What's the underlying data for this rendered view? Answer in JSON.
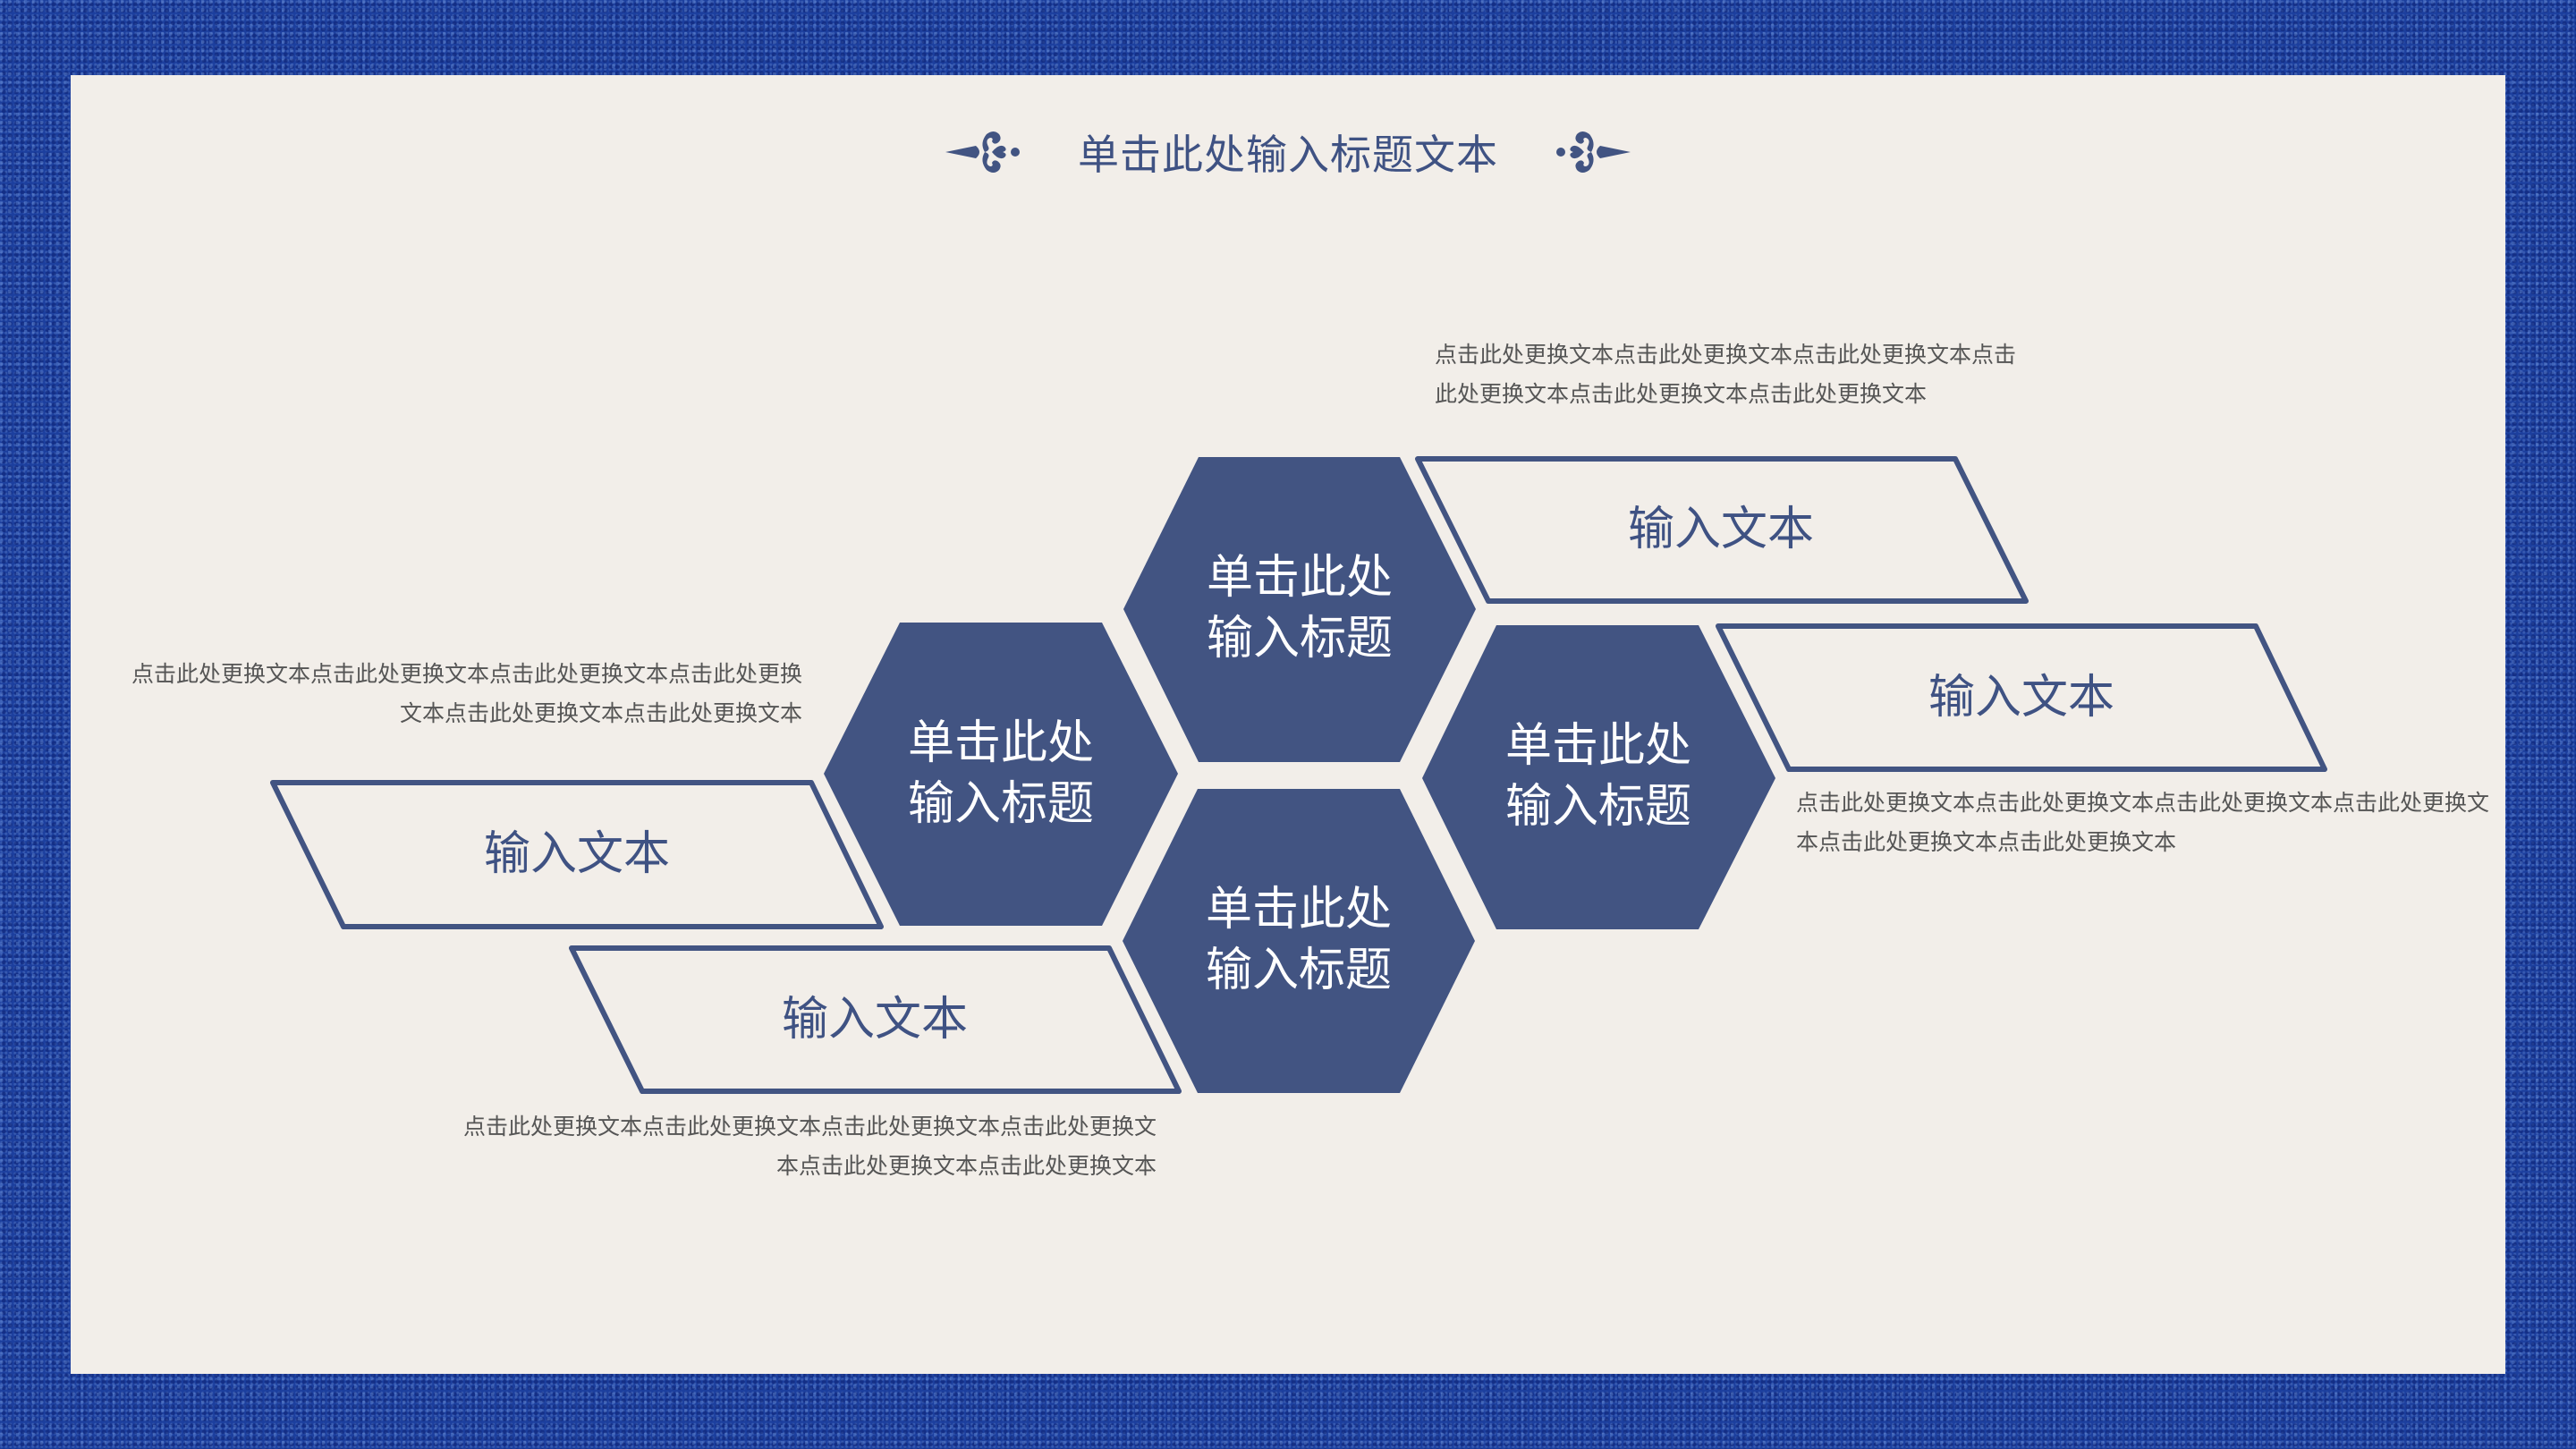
{
  "slide": {
    "title": "单击此处输入标题文本",
    "colors": {
      "primary": "#425482",
      "panel": "#f2eee9",
      "frame": "#1c3f9e",
      "desc_text": "#555555"
    },
    "ornaments": [
      "left-scroll-ornament-icon",
      "right-scroll-ornament-icon"
    ]
  },
  "hexagons": [
    {
      "position": "top",
      "line1": "单击此处",
      "line2": "输入标题"
    },
    {
      "position": "left",
      "line1": "单击此处",
      "line2": "输入标题"
    },
    {
      "position": "right",
      "line1": "单击此处",
      "line2": "输入标题"
    },
    {
      "position": "bottom",
      "line1": "单击此处",
      "line2": "输入标题"
    }
  ],
  "labels": [
    {
      "position": "top-right",
      "text": "输入文本"
    },
    {
      "position": "right",
      "text": "输入文本"
    },
    {
      "position": "left",
      "text": "输入文本"
    },
    {
      "position": "bottom-left",
      "text": "输入文本"
    }
  ],
  "descriptions": [
    {
      "position": "top-right",
      "line1": "点击此处更换文本点击此处更换文本点击此处更换文本点击",
      "line2": "此处更换文本点击此处更换文本点击此处更换文本"
    },
    {
      "position": "left",
      "line1": "点击此处更换文本点击此处更换文本点击此处更换文本点击此处更换",
      "line2": "文本点击此处更换文本点击此处更换文本"
    },
    {
      "position": "right",
      "line1": "点击此处更换文本点击此处更换文本点击此处更换文本点击此处更换文",
      "line2": "本点击此处更换文本点击此处更换文本"
    },
    {
      "position": "bottom",
      "line1": "点击此处更换文本点击此处更换文本点击此处更换文本点击此处更换文",
      "line2": "本点击此处更换文本点击此处更换文本"
    }
  ]
}
